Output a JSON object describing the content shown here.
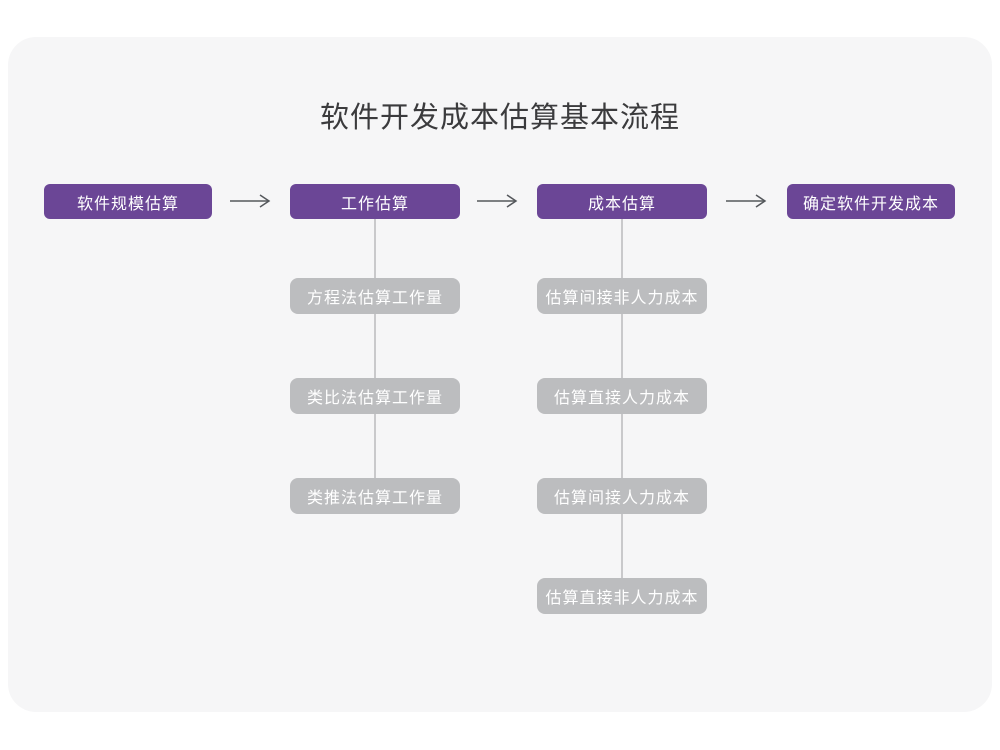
{
  "title": "软件开发成本估算基本流程",
  "colors": {
    "canvas_bg": "#ffffff",
    "card_bg": "#f6f6f7",
    "primary_node": "#6b4696",
    "secondary_node": "#bcbdbf",
    "node_text": "#ffffff",
    "title_text": "#3b3b3d",
    "arrow": "#55585c",
    "connector": "#c9c9cb"
  },
  "main_steps": [
    {
      "label": "软件规模估算"
    },
    {
      "label": "工作估算"
    },
    {
      "label": "成本估算"
    },
    {
      "label": "确定软件开发成本"
    }
  ],
  "work_estimation_substeps": [
    {
      "label": "方程法估算工作量"
    },
    {
      "label": "类比法估算工作量"
    },
    {
      "label": "类推法估算工作量"
    }
  ],
  "cost_estimation_substeps": [
    {
      "label": "估算间接非人力成本"
    },
    {
      "label": "估算直接人力成本"
    },
    {
      "label": "估算间接人力成本"
    },
    {
      "label": "估算直接非人力成本"
    }
  ]
}
